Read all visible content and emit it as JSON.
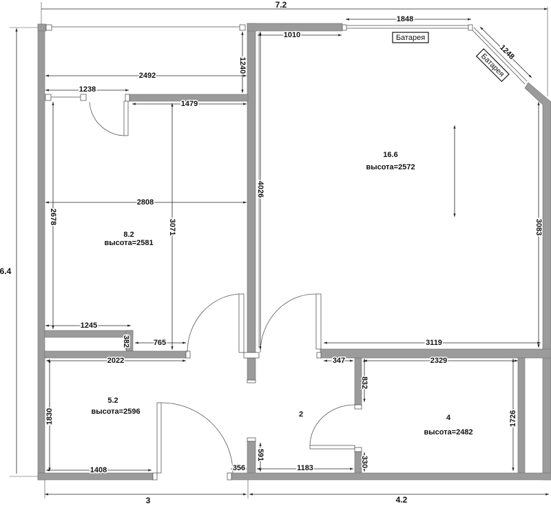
{
  "overall": {
    "width_m": "7.2",
    "height_m": "6.4",
    "bottom_left_m": "3",
    "bottom_right_m": "4.2"
  },
  "rooms": [
    {
      "area": "16.6",
      "height_label": "высота=2572"
    },
    {
      "area": "8.2",
      "height_label": "высота=2581"
    },
    {
      "area": "5.2",
      "height_label": "высота=2596"
    },
    {
      "area": "2"
    },
    {
      "area": "4",
      "height_label": "высота=2482"
    }
  ],
  "radiators": [
    "Батарея",
    "Батарея"
  ],
  "dimensions": {
    "d2492": "2492",
    "d1240": "1240",
    "d1238": "1238",
    "d1479": "1479",
    "d1010": "1010",
    "d1848": "1848",
    "d1248": "1248",
    "d2808": "2808",
    "d2678": "2678",
    "d3071": "3071",
    "d4026": "4026",
    "d3083": "3083",
    "d1245": "1245",
    "d382": "382",
    "d765": "765",
    "d2022": "2022",
    "d3119": "3119",
    "d347": "347",
    "d2329": "2329",
    "d832": "832",
    "d1830": "1830",
    "d1726": "1726",
    "d591": "591",
    "d330": "330",
    "d1408": "1408",
    "d356": "356",
    "d1183": "1183"
  }
}
